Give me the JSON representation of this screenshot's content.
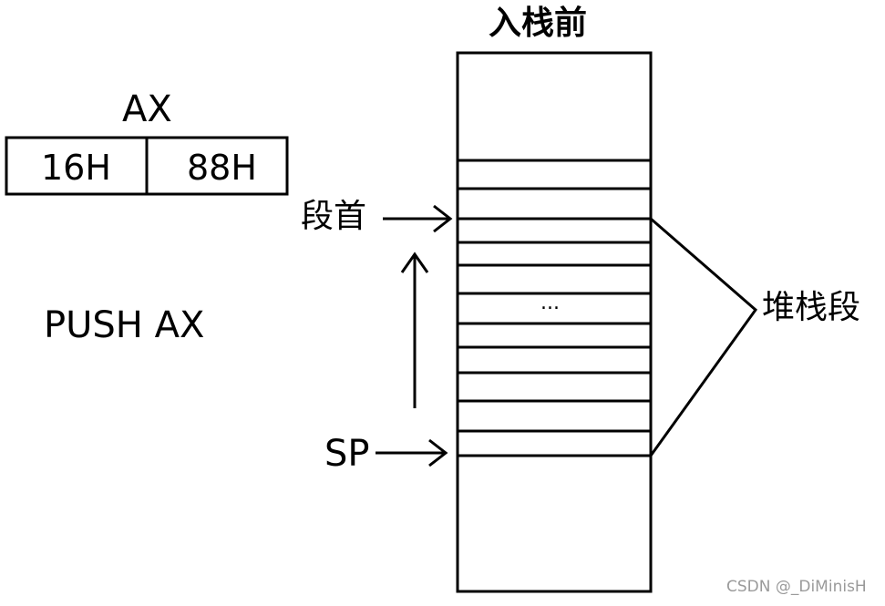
{
  "title": "入栈前",
  "register": {
    "name": "AX",
    "high_byte": "16H",
    "low_byte": "88H"
  },
  "instruction": "PUSH AX",
  "labels": {
    "segment_head": "段首",
    "sp": "SP",
    "ellipsis": "...",
    "stack_segment": "堆栈段"
  },
  "watermark": "CSDN @_DiMinisH",
  "colors": {
    "stroke": "#000000",
    "background": "#ffffff",
    "watermark": "#9a9a9a"
  }
}
